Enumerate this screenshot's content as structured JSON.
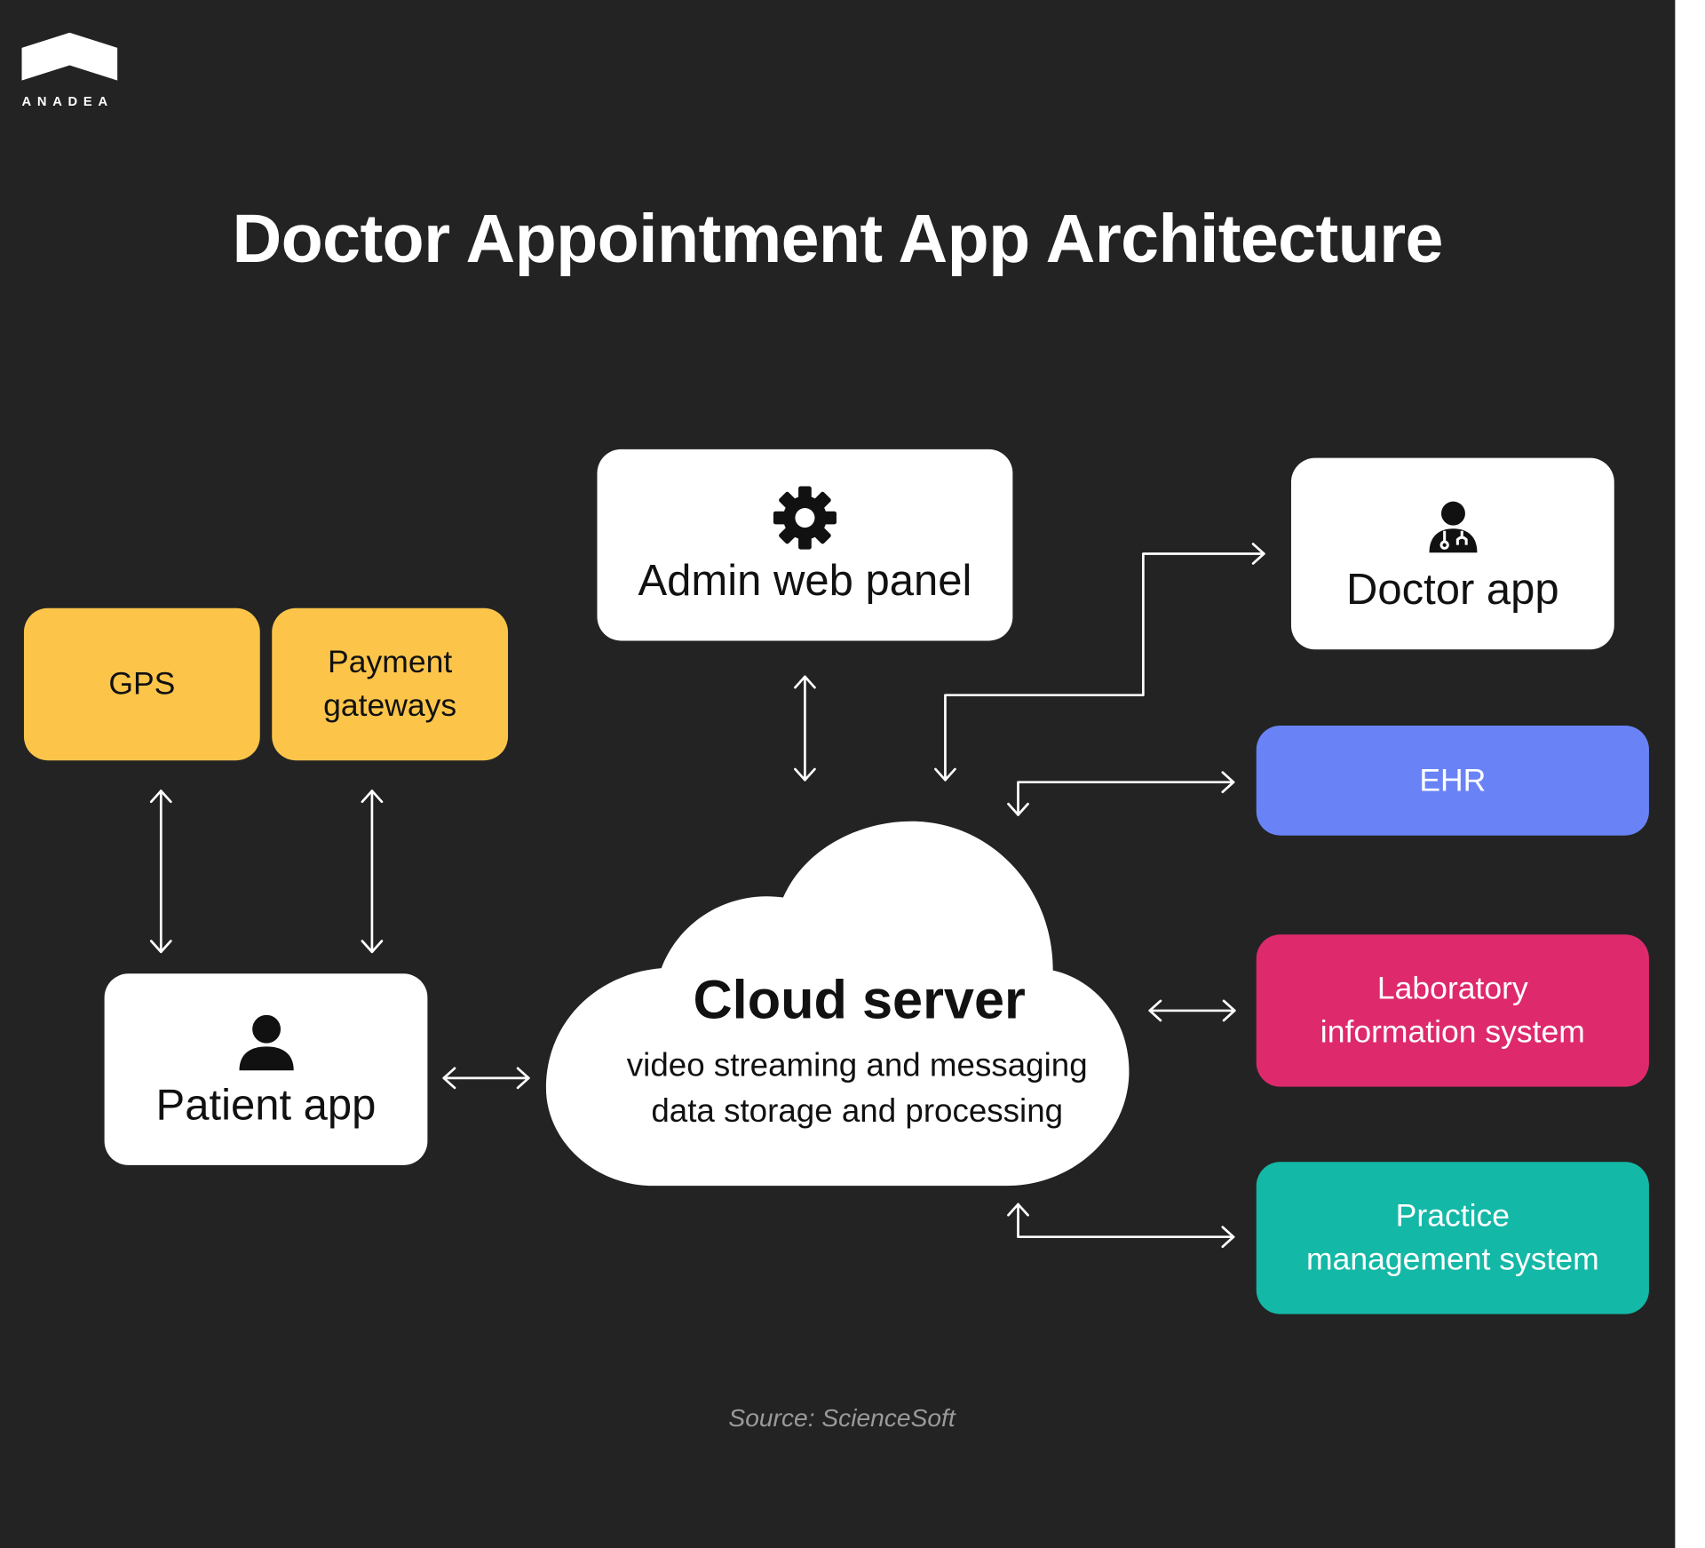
{
  "brand": {
    "name": "ANADEA",
    "logo_color": "#ffffff"
  },
  "title": "Doctor Appointment App Architecture",
  "source": "Source:  ScienceSoft",
  "colors": {
    "background": "#232323",
    "card": "#ffffff",
    "gps": "#fcc54a",
    "payment": "#fcc54a",
    "ehr": "#6983f7",
    "lab": "#de2a6d",
    "practice": "#14b8a6",
    "connector": "#ffffff"
  },
  "nodes": {
    "admin": {
      "label": "Admin web panel",
      "icon": "gear-icon"
    },
    "doctor": {
      "label": "Doctor app",
      "icon": "doctor-icon"
    },
    "patient": {
      "label": "Patient app",
      "icon": "user-icon"
    },
    "gps": {
      "label": "GPS"
    },
    "payment": {
      "label": "Payment\ngateways"
    },
    "ehr": {
      "label": "EHR"
    },
    "lab": {
      "label": "Laboratory\ninformation system"
    },
    "practice": {
      "label": "Practice\nmanagement system"
    }
  },
  "cloud": {
    "title": "Cloud server",
    "lines": [
      "video streaming and messaging",
      "data storage and processing"
    ]
  },
  "connections": [
    {
      "from": "gps",
      "to": "patient",
      "direction": "both"
    },
    {
      "from": "payment",
      "to": "patient",
      "direction": "both"
    },
    {
      "from": "admin",
      "to": "cloud",
      "direction": "both"
    },
    {
      "from": "cloud",
      "to": "doctor",
      "direction": "both"
    },
    {
      "from": "cloud",
      "to": "ehr",
      "direction": "both"
    },
    {
      "from": "cloud",
      "to": "lab",
      "direction": "both"
    },
    {
      "from": "cloud",
      "to": "practice",
      "direction": "both"
    },
    {
      "from": "patient",
      "to": "cloud",
      "direction": "both"
    }
  ]
}
